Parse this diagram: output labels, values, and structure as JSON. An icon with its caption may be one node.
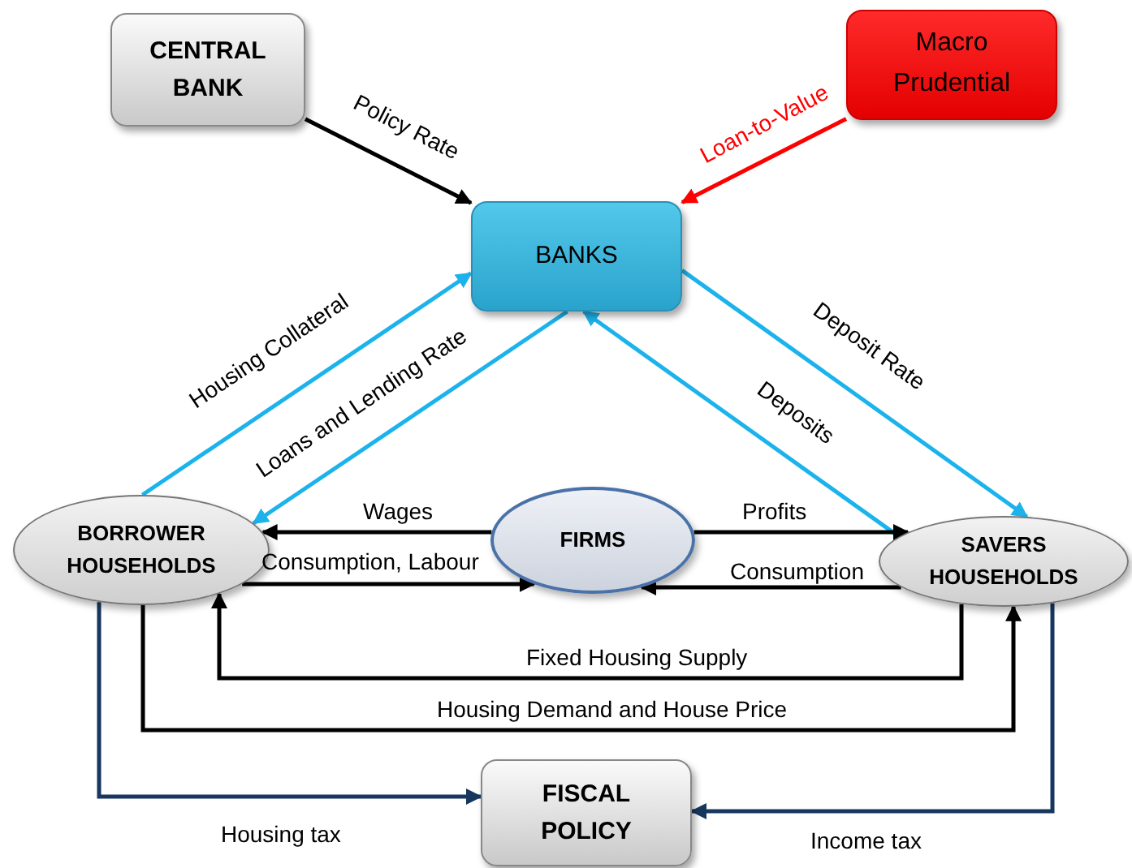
{
  "diagram": {
    "nodes": [
      {
        "text": [
          "CENTRAL BANK"
        ]
      },
      {
        "text": [
          "Macro Prudential"
        ]
      },
      {
        "text": [
          "BANKS"
        ]
      },
      {
        "text": [
          "BORROWER HOUSEHOLDS"
        ]
      },
      {
        "text": [
          "FIRMS"
        ]
      },
      {
        "text": [
          "SAVERS HOUSEHOLDS"
        ]
      },
      {
        "text": [
          "FISCAL POLICY"
        ]
      }
    ],
    "edges": [
      {
        "from": 0,
        "to": 2,
        "arrow": "to",
        "label": "Policy Rate"
      },
      {
        "from": 1,
        "to": 2,
        "arrow": "to",
        "label": "Loan-to-Value",
        "color": "#ff0000"
      },
      {
        "from": 3,
        "to": 2,
        "arrow": "to",
        "label": "Housing Collateral",
        "color": "#1cb3ec"
      },
      {
        "from": 2,
        "to": 3,
        "arrow": "to",
        "label": "Loans and Lending Rate",
        "color": "#1cb3ec"
      },
      {
        "from": 2,
        "to": 5,
        "arrow": "to",
        "label": "Deposit Rate",
        "color": "#1cb3ec"
      },
      {
        "from": 5,
        "to": 2,
        "arrow": "to",
        "label": "Deposits",
        "color": "#1cb3ec"
      },
      {
        "from": 4,
        "to": 3,
        "arrow": "to",
        "label": "Wages"
      },
      {
        "from": 3,
        "to": 4,
        "arrow": "to",
        "label": "Consumption, Labour"
      },
      {
        "from": 4,
        "to": 5,
        "arrow": "to",
        "label": "Profits"
      },
      {
        "from": 5,
        "to": 4,
        "arrow": "to",
        "label": "Consumption"
      },
      {
        "from": 5,
        "to": 3,
        "arrow": "to",
        "label": "Fixed Housing Supply"
      },
      {
        "from": 3,
        "to": 5,
        "arrow": "to",
        "label": "Housing Demand and House Price"
      },
      {
        "from": 3,
        "to": 6,
        "arrow": "to",
        "label": "Housing tax",
        "color": "#17375e"
      },
      {
        "from": 5,
        "to": 6,
        "arrow": "to",
        "label": "Income tax",
        "color": "#17375e"
      }
    ]
  }
}
